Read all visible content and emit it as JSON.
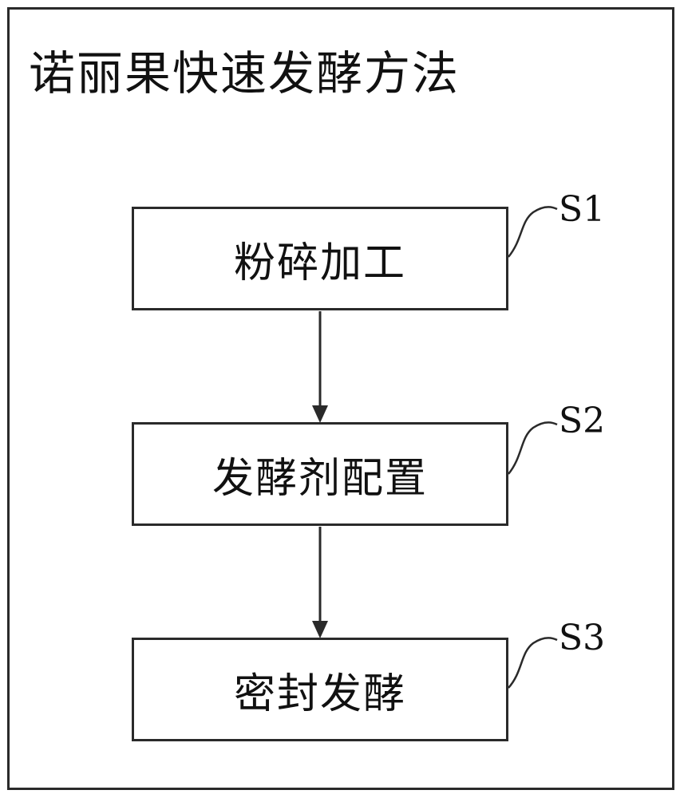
{
  "title": "诺丽果快速发酵方法",
  "steps": [
    {
      "id": "S1",
      "label": "粉碎加工"
    },
    {
      "id": "S2",
      "label": "发酵剂配置"
    },
    {
      "id": "S3",
      "label": "密封发酵"
    }
  ],
  "colors": {
    "line": "#2a2a2a",
    "background": "#ffffff",
    "text": "#111111"
  }
}
